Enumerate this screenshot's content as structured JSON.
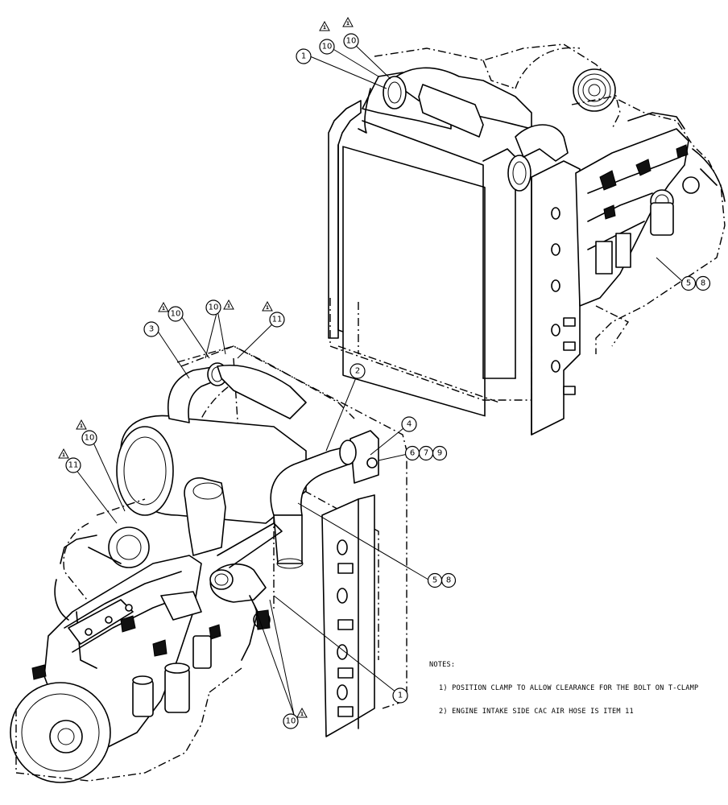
{
  "callouts": {
    "top": [
      {
        "num": "1"
      },
      {
        "num": "10"
      },
      {
        "num": "10"
      },
      {
        "num": "5"
      },
      {
        "num": "8"
      }
    ],
    "bottom": [
      {
        "num": "3"
      },
      {
        "num": "10"
      },
      {
        "num": "10"
      },
      {
        "num": "11"
      },
      {
        "num": "2"
      },
      {
        "num": "4"
      },
      {
        "num": "6"
      },
      {
        "num": "7"
      },
      {
        "num": "9"
      },
      {
        "num": "10"
      },
      {
        "num": "11"
      },
      {
        "num": "5"
      },
      {
        "num": "8"
      },
      {
        "num": "1"
      },
      {
        "num": "10"
      }
    ]
  },
  "note_flag": "1",
  "notes": {
    "heading": "NOTES:",
    "items": [
      "1) POSITION CLAMP TO ALLOW CLEARANCE FOR THE BOLT ON T-CLAMP",
      "2) ENGINE INTAKE SIDE CAC AIR HOSE IS ITEM 11"
    ]
  }
}
